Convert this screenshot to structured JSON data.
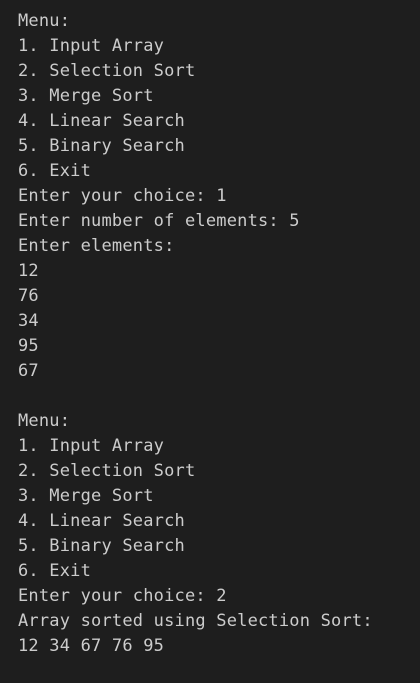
{
  "terminal": {
    "lines": [
      "Menu:",
      "1. Input Array",
      "2. Selection Sort",
      "3. Merge Sort",
      "4. Linear Search",
      "5. Binary Search",
      "6. Exit",
      "Enter your choice: 1",
      "Enter number of elements: 5",
      "Enter elements:",
      "12",
      "76",
      "34",
      "95",
      "67",
      "",
      "Menu:",
      "1. Input Array",
      "2. Selection Sort",
      "3. Merge Sort",
      "4. Linear Search",
      "5. Binary Search",
      "6. Exit",
      "Enter your choice: 2",
      "Array sorted using Selection Sort:",
      "12 34 67 76 95"
    ]
  },
  "colors": {
    "background": "#1e1e1e",
    "text": "#cccccc"
  }
}
